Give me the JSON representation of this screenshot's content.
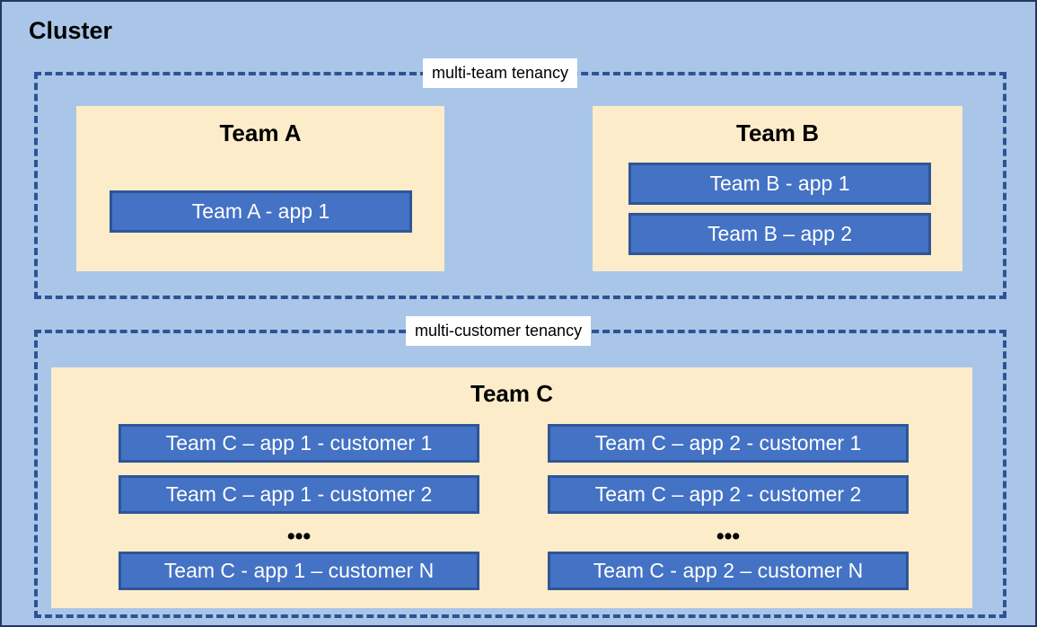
{
  "diagram": {
    "title": "Cluster",
    "colors": {
      "cluster_background": "#a9c6e8",
      "cluster_border": "#1f3864",
      "tenancy_dashed_border": "#2e5395",
      "team_background": "#fcecc9",
      "app_fill": "#4472c4",
      "app_border": "#2f5597",
      "app_text": "#ffffff",
      "label_background": "#ffffff",
      "text": "#000000"
    },
    "groups": [
      {
        "id": "multi-team",
        "label": "multi-team tenancy",
        "teams": [
          {
            "id": "team-a",
            "title": "Team A",
            "apps": [
              {
                "id": "a1",
                "label": "Team A - app 1"
              }
            ]
          },
          {
            "id": "team-b",
            "title": "Team B",
            "apps": [
              {
                "id": "b1",
                "label": "Team B - app 1"
              },
              {
                "id": "b2",
                "label": "Team B – app 2"
              }
            ]
          }
        ]
      },
      {
        "id": "multi-customer",
        "label": "multi-customer tenancy",
        "teams": [
          {
            "id": "team-c",
            "title": "Team C",
            "columns": [
              {
                "id": "col-app-1",
                "apps": [
                  {
                    "id": "c1-1",
                    "label": "Team C – app 1 - customer 1"
                  },
                  {
                    "id": "c1-2",
                    "label": "Team C – app 1 - customer 2"
                  },
                  {
                    "id": "c1-n",
                    "label": "Team C - app 1 – customer N"
                  }
                ],
                "ellipsis": "•••"
              },
              {
                "id": "col-app-2",
                "apps": [
                  {
                    "id": "c2-1",
                    "label": "Team C – app 2 - customer 1"
                  },
                  {
                    "id": "c2-2",
                    "label": "Team C – app 2 - customer 2"
                  },
                  {
                    "id": "c2-n",
                    "label": "Team C - app 2 – customer N"
                  }
                ],
                "ellipsis": "•••"
              }
            ]
          }
        ]
      }
    ]
  }
}
